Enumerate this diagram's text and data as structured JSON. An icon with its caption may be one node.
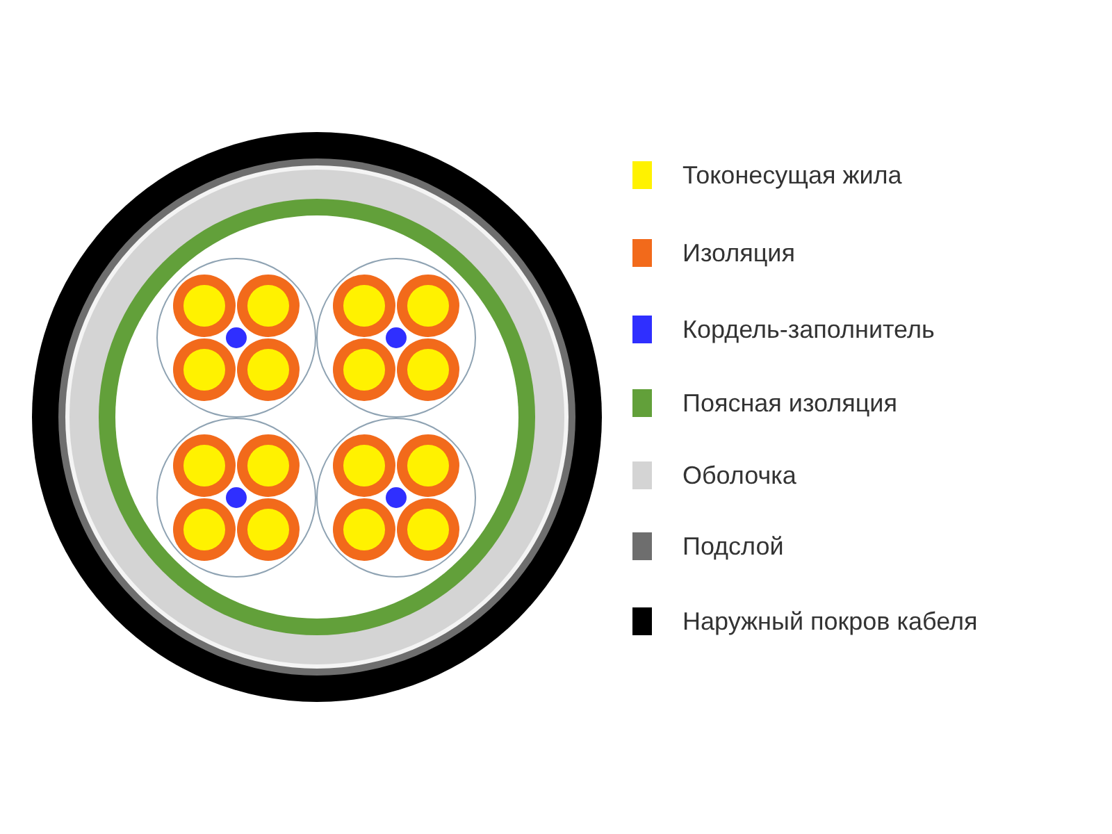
{
  "diagram": {
    "legend": [
      {
        "text": "Токонесущая жила",
        "color": "#fff200"
      },
      {
        "text": "Изоляция",
        "color": "#f26a1b"
      },
      {
        "text": "Кордель-заполнитель",
        "color": "#2f2fff"
      },
      {
        "text": "Поясная изоляция",
        "color": "#62a03a"
      },
      {
        "text": "Оболочка",
        "color": "#d4d4d4"
      },
      {
        "text": "Подслой",
        "color": "#6e6e6e"
      },
      {
        "text": "Наружный покров кабеля",
        "color": "#000000"
      }
    ]
  }
}
